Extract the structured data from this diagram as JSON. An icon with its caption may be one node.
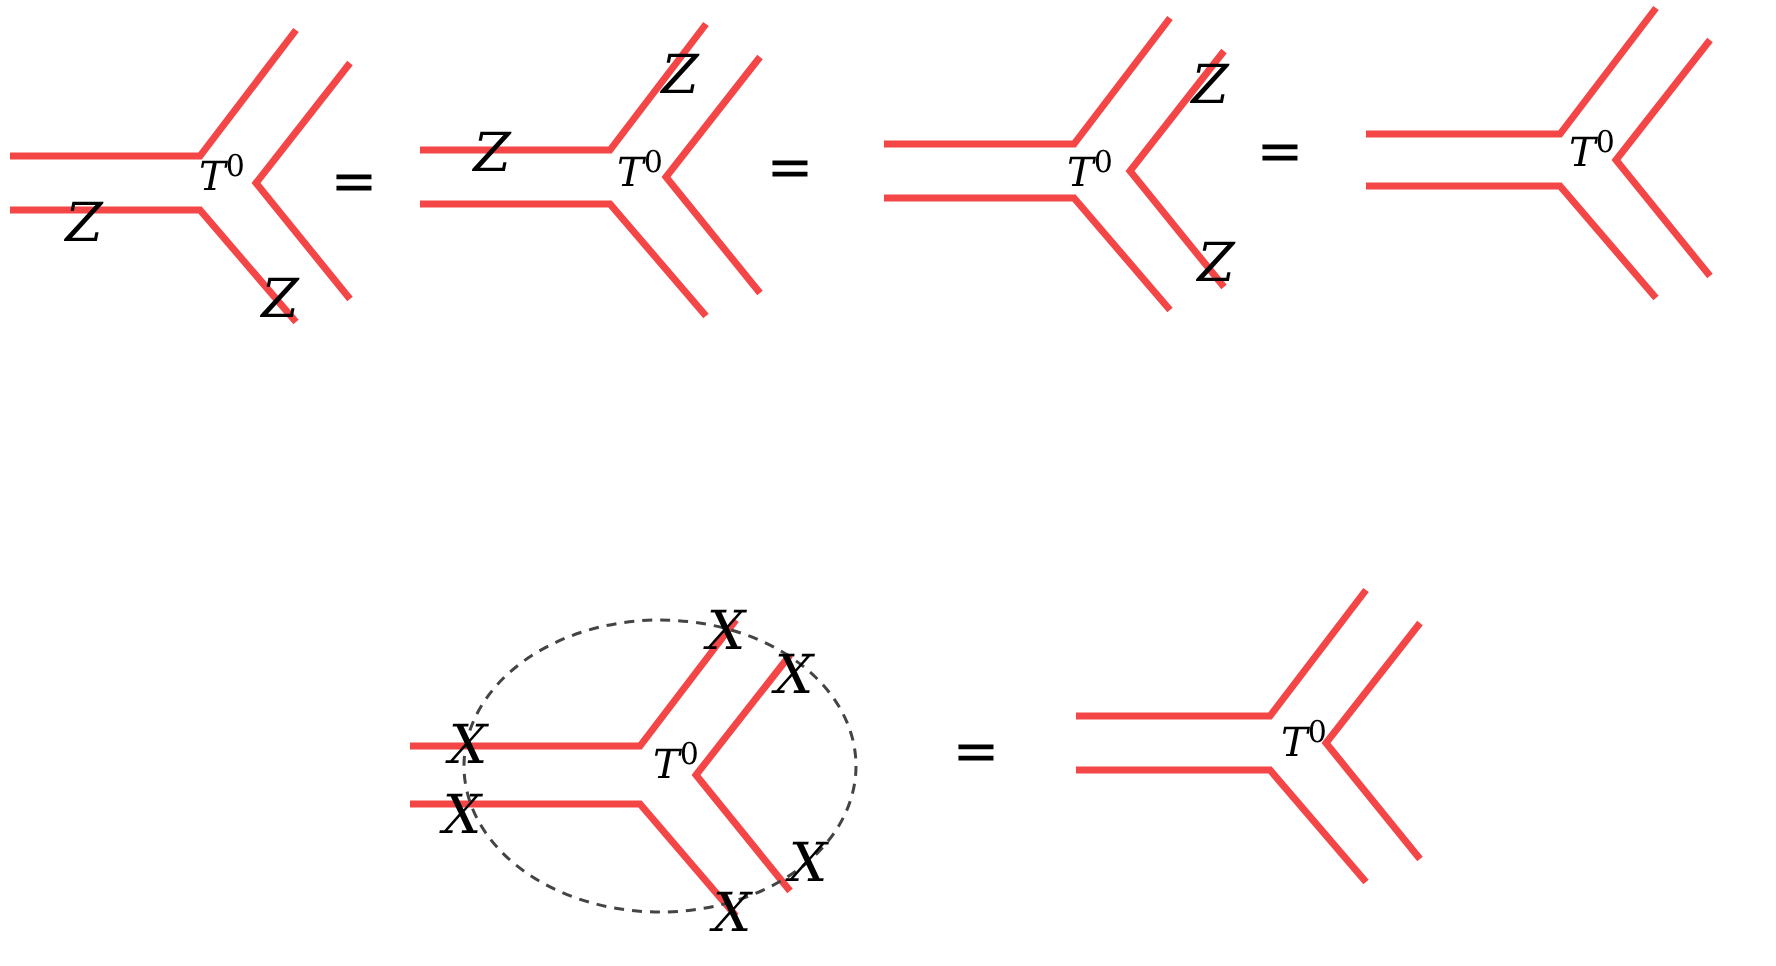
{
  "diagram": {
    "labels": [
      "*T*$^{0}$",
      "Z",
      "Z",
      "=",
      "Z",
      "Z",
      "*T*$^{0}$",
      "=",
      "Z",
      "*T*$^{0}$",
      "Z",
      "=",
      "*T*$^{0}$",
      "X",
      "X",
      "X",
      "*T*$^{0}$",
      "X",
      "X",
      "X",
      "=",
      "*T*$^{0}$"
    ]
  }
}
